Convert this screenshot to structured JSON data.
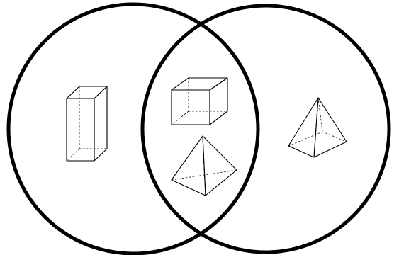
{
  "diagram": {
    "type": "venn",
    "sets": 2,
    "shapes": [
      {
        "name": "rectangular-prism",
        "region": "left-only",
        "color": "#3d7ff0"
      },
      {
        "name": "cube",
        "region": "intersection",
        "color": "#f5e800"
      },
      {
        "name": "triangular-pyramid",
        "region": "intersection",
        "color": "#ffffff"
      },
      {
        "name": "square-pyramid",
        "region": "right-only",
        "color": "#e51b1b"
      }
    ]
  }
}
